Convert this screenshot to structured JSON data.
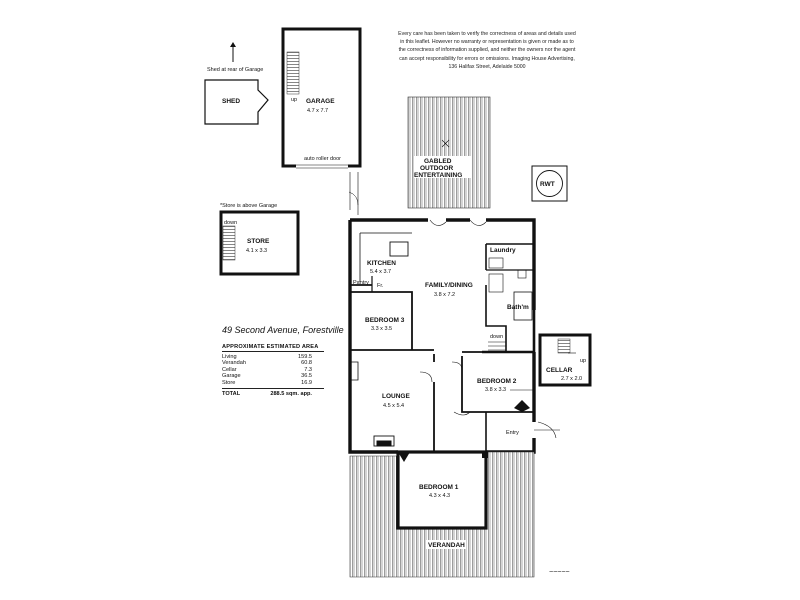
{
  "disclaimer": "Every care has been taken to verify the correctness of areas and details used in this leaflet. However no warranty or representation is given or made as to the correctness of information supplied, and neither the owners nor the agent can accept responsibility for errors or omissions. Imaging House Advertising, 136 Halifax Street, Adelaide 5000",
  "address": "49 Second Avenue, Forestville",
  "area_table": {
    "title": "APPROXIMATE ESTIMATED AREA",
    "rows": [
      {
        "label": "Living",
        "value": "159.5"
      },
      {
        "label": "Verandah",
        "value": "60.8"
      },
      {
        "label": "Cellar",
        "value": "7.3"
      },
      {
        "label": "Garage",
        "value": "36.5"
      },
      {
        "label": "Store",
        "value": "16.9"
      }
    ],
    "total": {
      "label": "TOTAL",
      "value": "288.5 sqm. app."
    }
  },
  "notes": {
    "shed_rear": "Shed at rear of Garage",
    "store_above": "*Store is above Garage",
    "roller_door": "auto roller door",
    "rwt": "RWT"
  },
  "rooms": {
    "shed": {
      "name": "SHED"
    },
    "garage": {
      "name": "GARAGE",
      "size": "4.7 x 7.7"
    },
    "outdoor": {
      "line1": "GABLED",
      "line2": "OUTDOOR",
      "line3": "ENTERTAINING"
    },
    "store": {
      "name": "STORE",
      "size": "4.1 x 3.3"
    },
    "kitchen": {
      "name": "KITCHEN",
      "size": "5.4 x 3.7"
    },
    "pantry": {
      "name": "Pantry"
    },
    "fr": {
      "name": "Fr."
    },
    "family": {
      "name": "FAMILY/DINING",
      "size": "3.8 x 7.2"
    },
    "laundry": {
      "name": "Laundry"
    },
    "bath": {
      "name": "Bath'm"
    },
    "bedroom3": {
      "name": "BEDROOM 3",
      "size": "3.3 x 3.5"
    },
    "lounge": {
      "name": "LOUNGE",
      "size": "4.5 x 5.4"
    },
    "bedroom2": {
      "name": "BEDROOM 2",
      "size": "3.8 x 3.3"
    },
    "bedroom1": {
      "name": "BEDROOM 1",
      "size": "4.3 x 4.3"
    },
    "cellar": {
      "name": "CELLAR",
      "size": "2.7 x 2.0"
    },
    "entry": {
      "name": "Entry"
    },
    "verandah": {
      "name": "VERANDAH"
    }
  },
  "stair_labels": {
    "up": "up",
    "down": "down"
  }
}
